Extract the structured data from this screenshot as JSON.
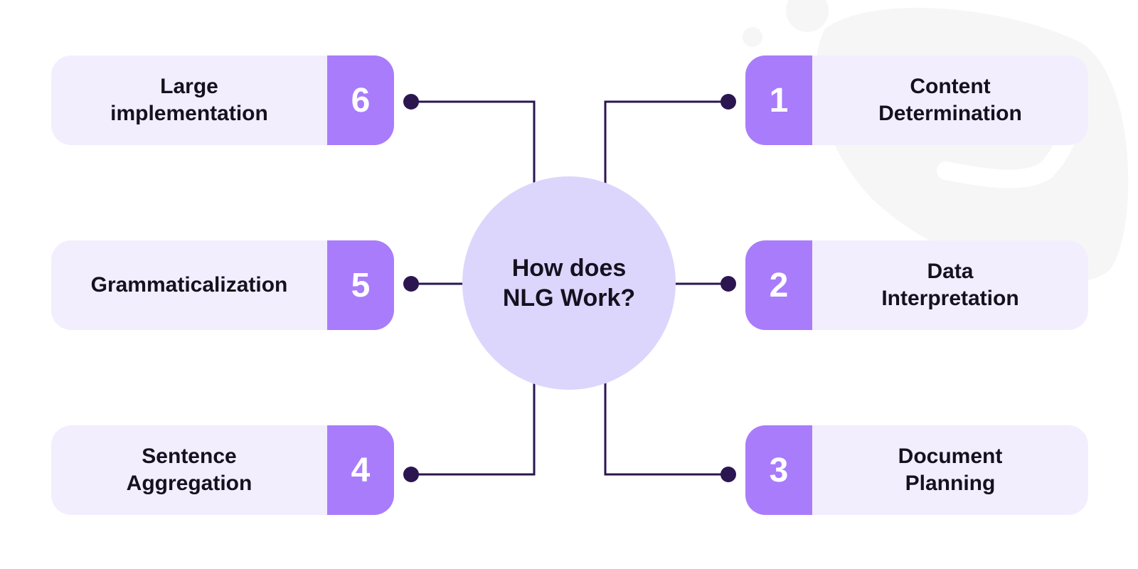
{
  "center": {
    "title": "How does NLG Work?"
  },
  "steps": [
    {
      "number": "1",
      "label": "Content\nDetermination"
    },
    {
      "number": "2",
      "label": "Data\nInterpretation"
    },
    {
      "number": "3",
      "label": "Document\nPlanning"
    },
    {
      "number": "4",
      "label": "Sentence\nAggregation"
    },
    {
      "number": "5",
      "label": "Grammaticalization"
    },
    {
      "number": "6",
      "label": "Large\nimplementation"
    }
  ],
  "colors": {
    "card_background": "#f3eefe",
    "number_box": "#a97cfb",
    "center_circle": "#dcd6fd",
    "connector": "#2b1650",
    "text": "#16111f"
  }
}
